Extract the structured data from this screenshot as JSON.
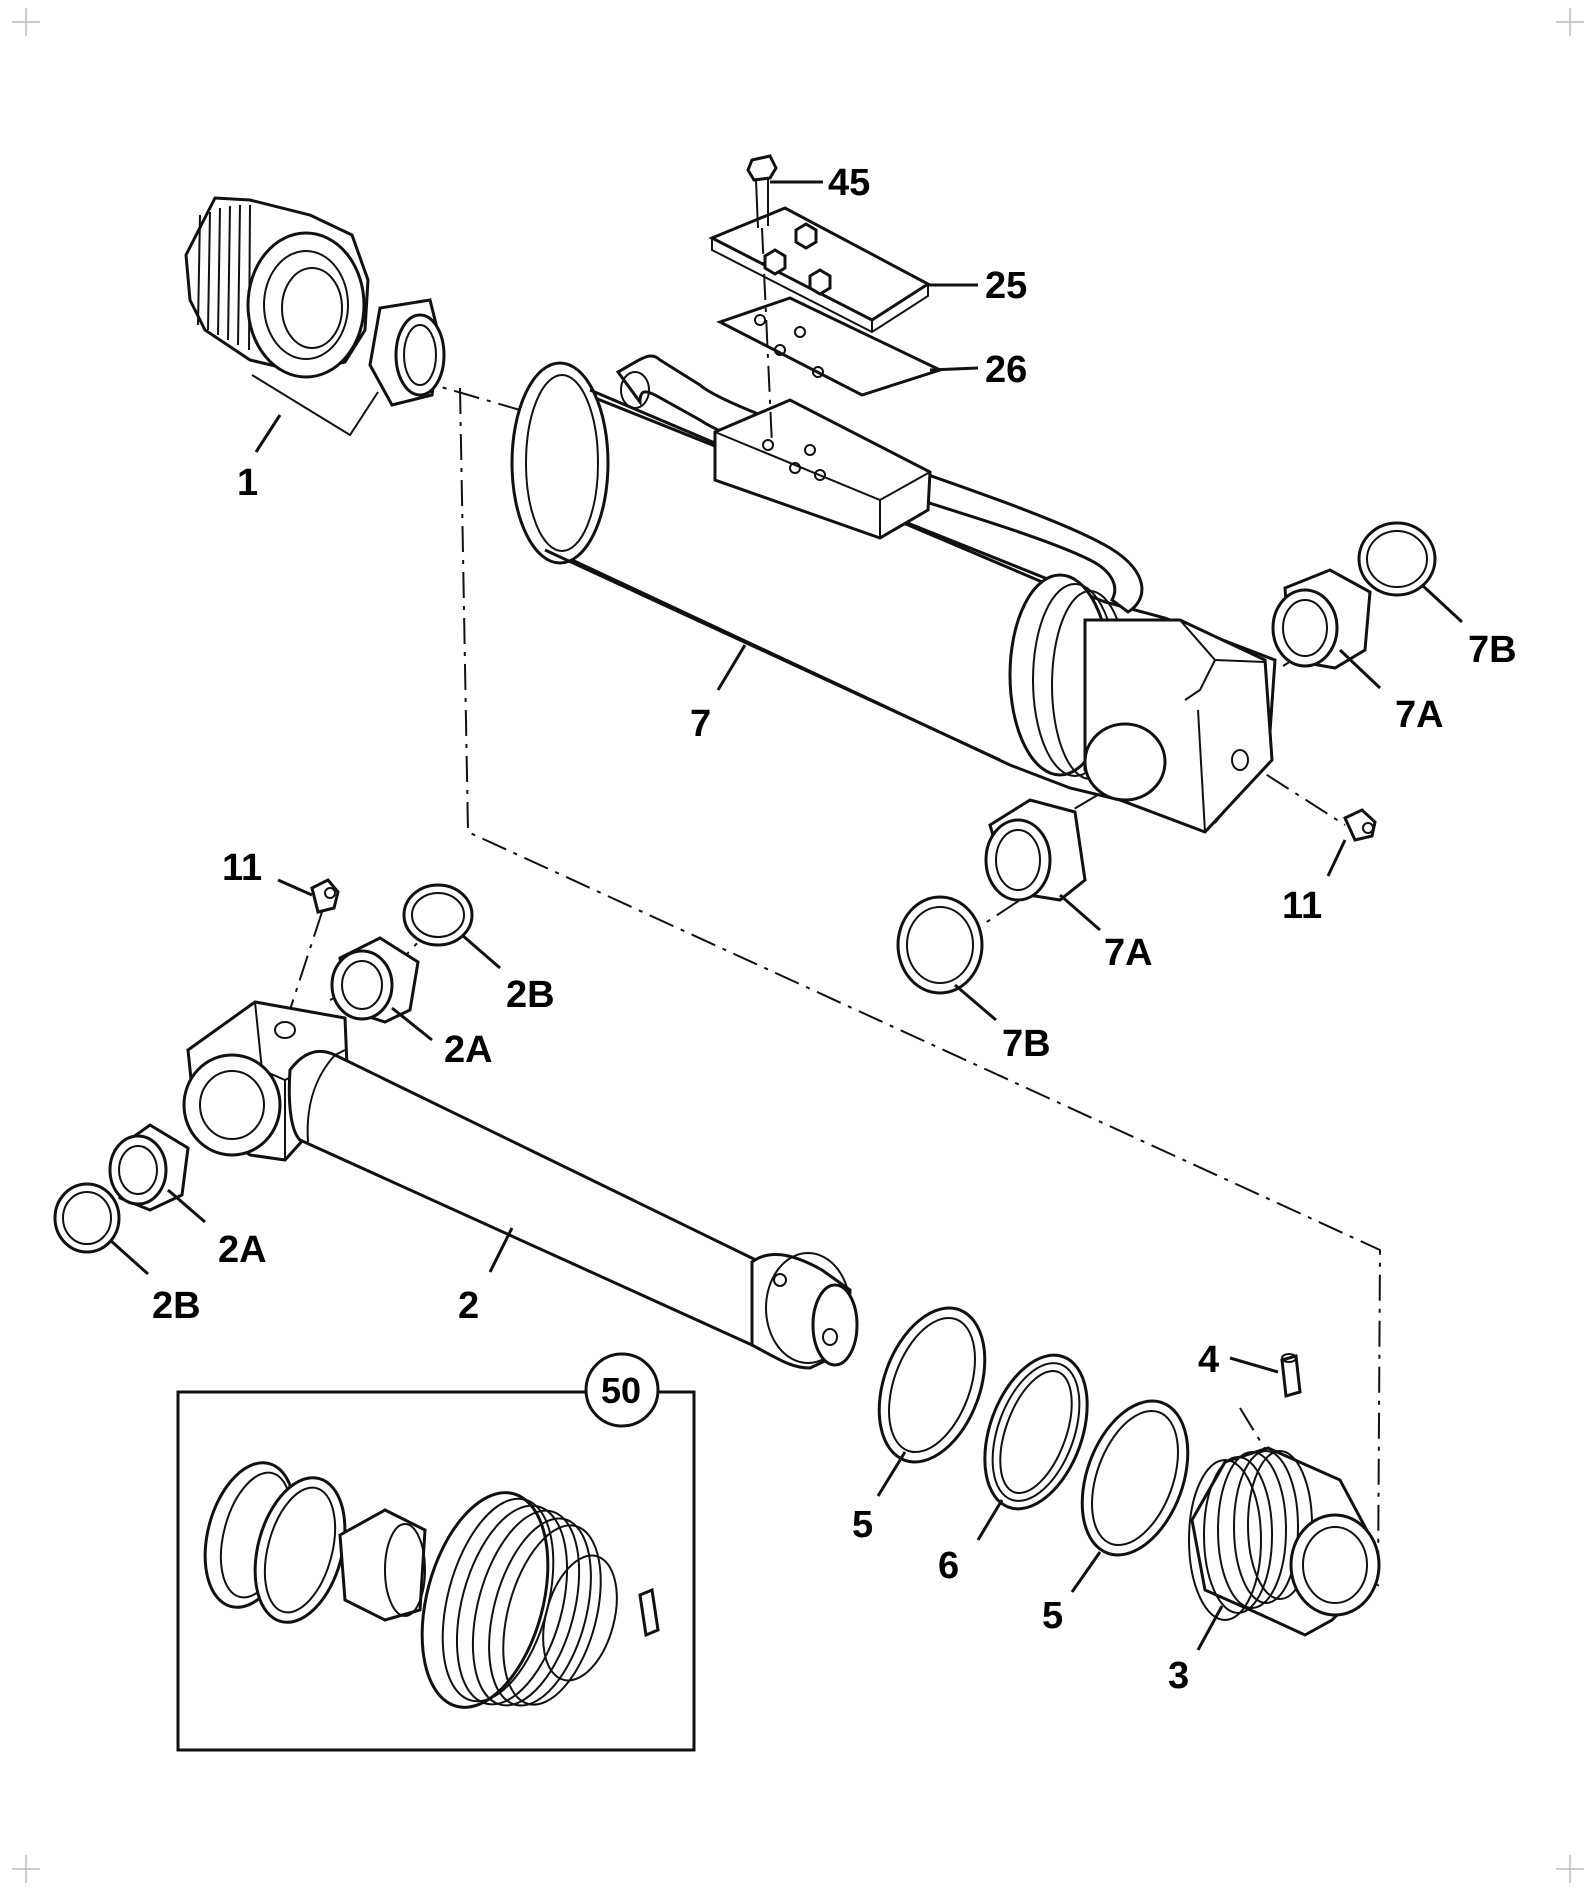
{
  "labels": {
    "l1": "1",
    "l2": "2",
    "l2a_upper": "2A",
    "l2a_lower": "2A",
    "l2b_upper": "2B",
    "l2b_lower": "2B",
    "l3": "3",
    "l4": "4",
    "l5_left": "5",
    "l5_right": "5",
    "l6": "6",
    "l7": "7",
    "l7a_upper": "7A",
    "l7a_lower": "7A",
    "l7b_upper": "7B",
    "l7b_lower": "7B",
    "l11_left": "11",
    "l11_right": "11",
    "l25": "25",
    "l26": "26",
    "l45": "45",
    "l50": "50"
  }
}
